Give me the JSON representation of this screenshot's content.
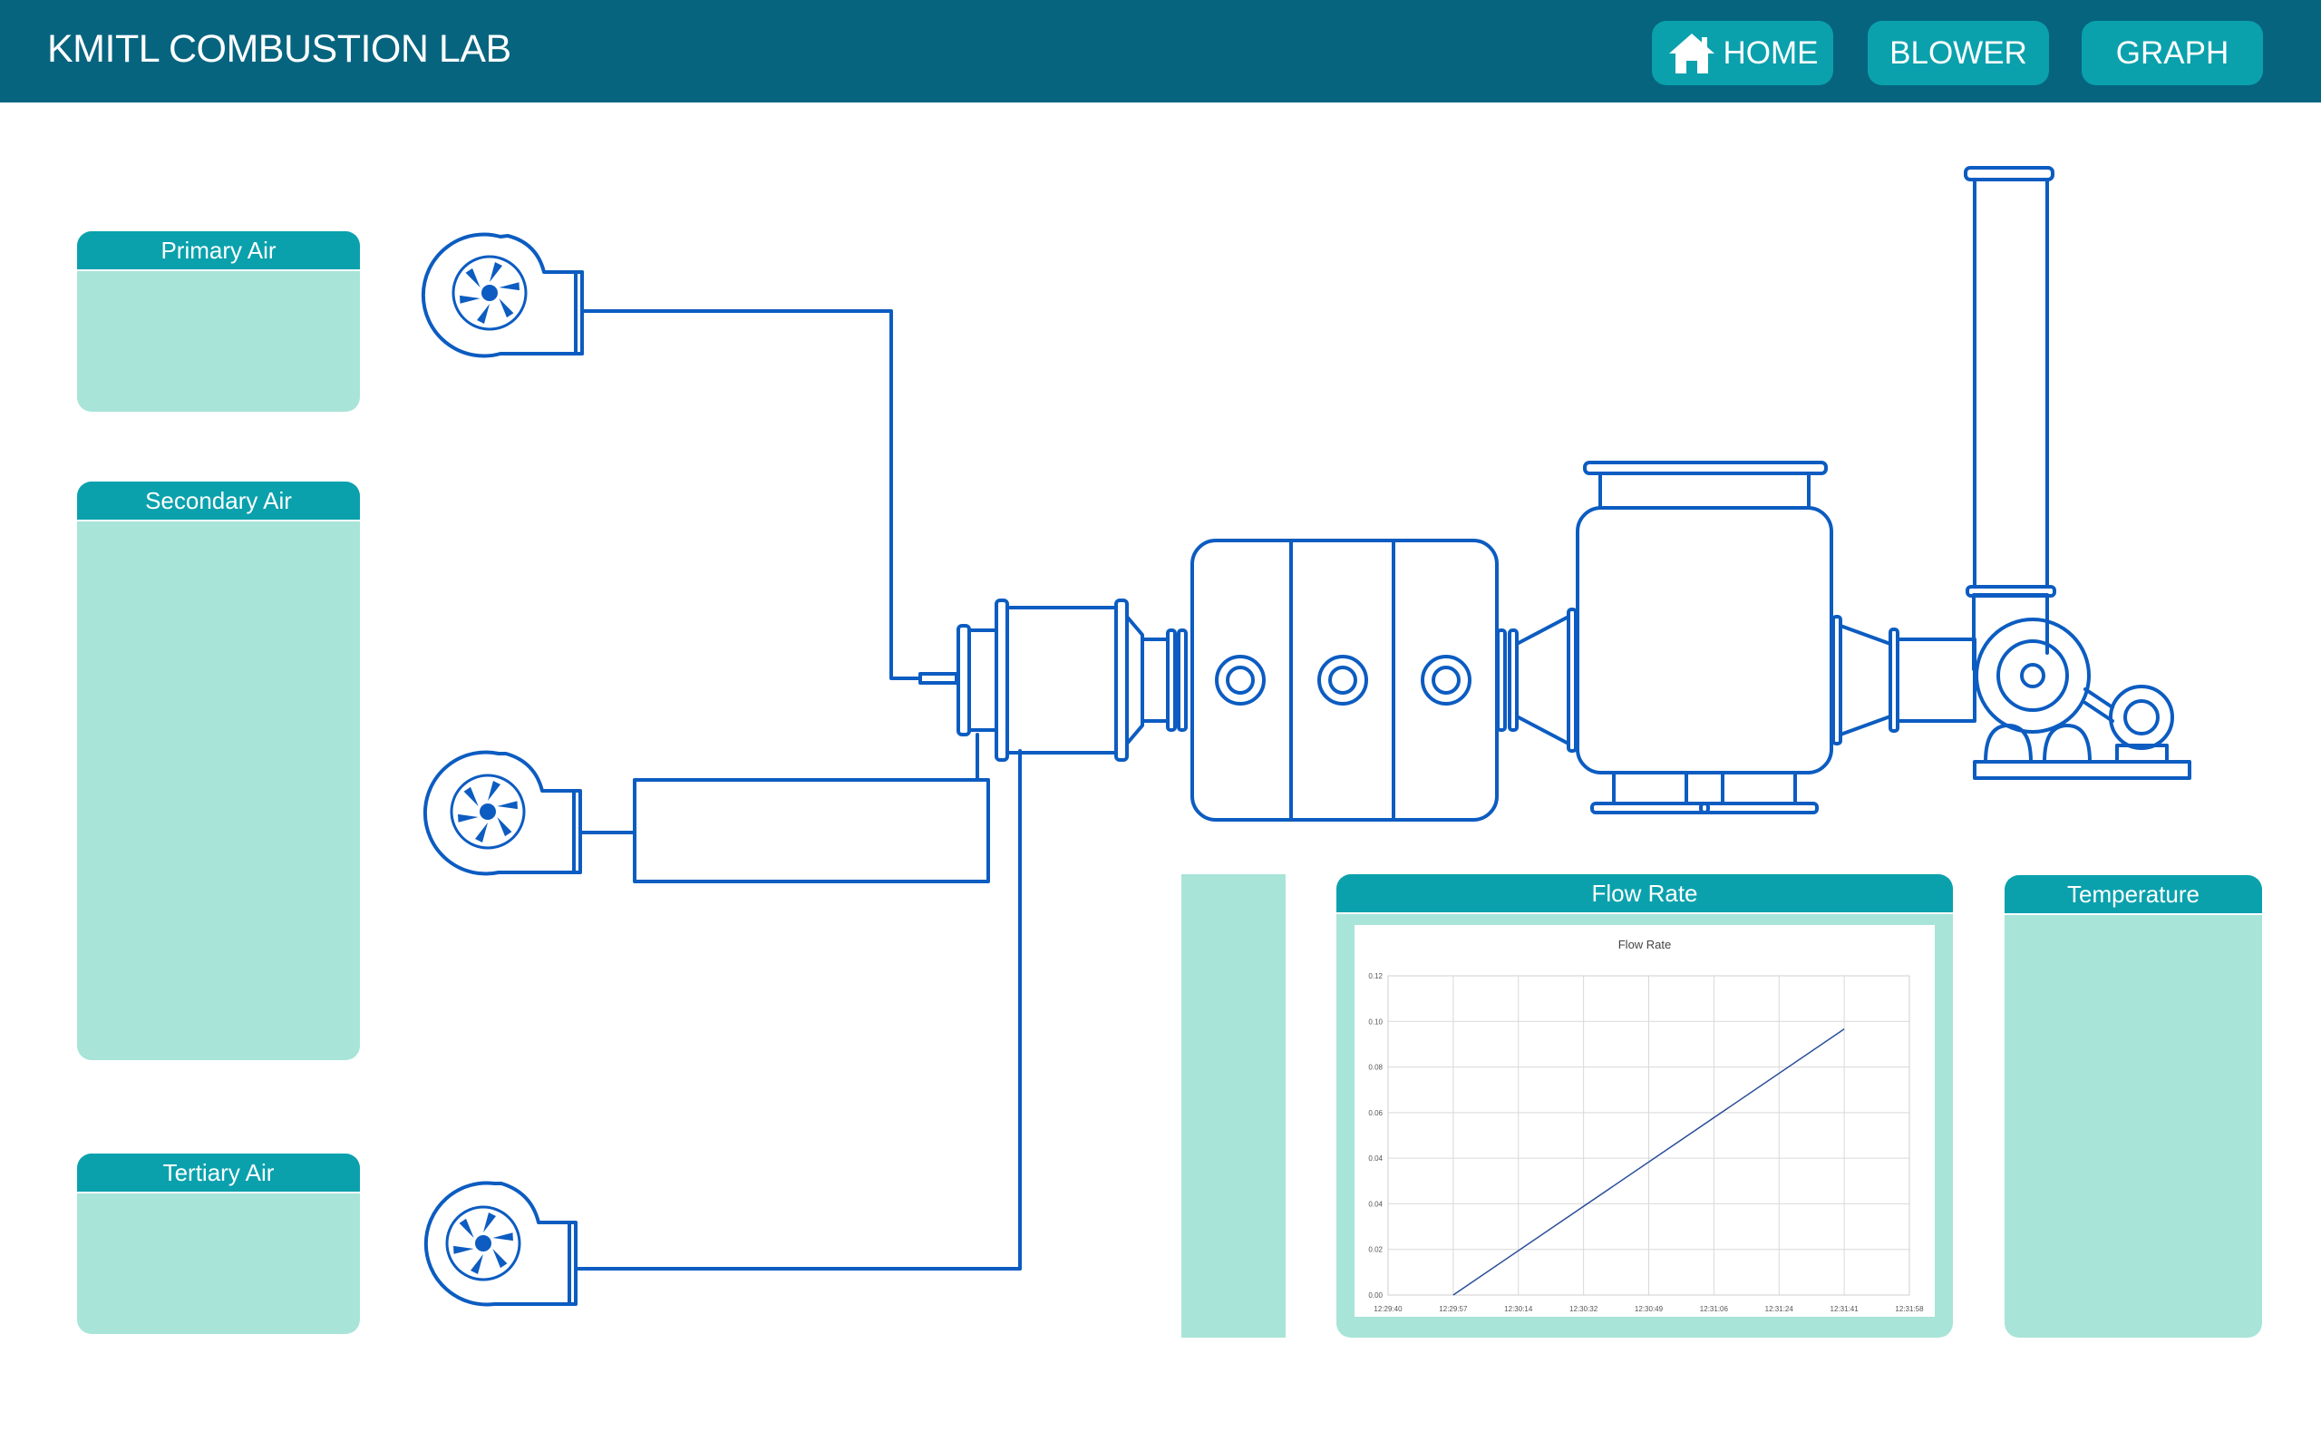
{
  "app": {
    "title": "KMITL COMBUSTION LAB"
  },
  "nav": {
    "home": "HOME",
    "blower": "BLOWER",
    "graph": "GRAPH"
  },
  "panels": {
    "primary": "Primary Air",
    "secondary": "Secondary Air",
    "tertiary": "Tertiary Air",
    "flow": "Flow Rate",
    "temperature": "Temperature"
  },
  "colors": {
    "header": "#06647f",
    "button": "#0aa1ad",
    "panel": "#a8e4d8",
    "diagram_line": "#0c5cc1",
    "chart_line": "#2b4e9a"
  },
  "icons": {
    "home": "house-icon",
    "blower": "fan-icon"
  },
  "chart_data": {
    "type": "line",
    "title": "Flow Rate",
    "x": [
      "12:29:40",
      "12:29:57",
      "12:30:14",
      "12:30:32",
      "12:30:49",
      "12:31:06",
      "12:31:24",
      "12:31:41",
      "12:31:58"
    ],
    "yticks": [
      "0.00",
      "0.02",
      "0.04",
      "0.04",
      "0.06",
      "0.08",
      "0.10",
      "0.12"
    ],
    "ylim": [
      0,
      0.12
    ],
    "grid": true,
    "series": [
      {
        "points": [
          {
            "x": "12:29:57",
            "y": 0.0
          },
          {
            "x": "12:31:41",
            "y": 0.1
          }
        ]
      }
    ]
  }
}
